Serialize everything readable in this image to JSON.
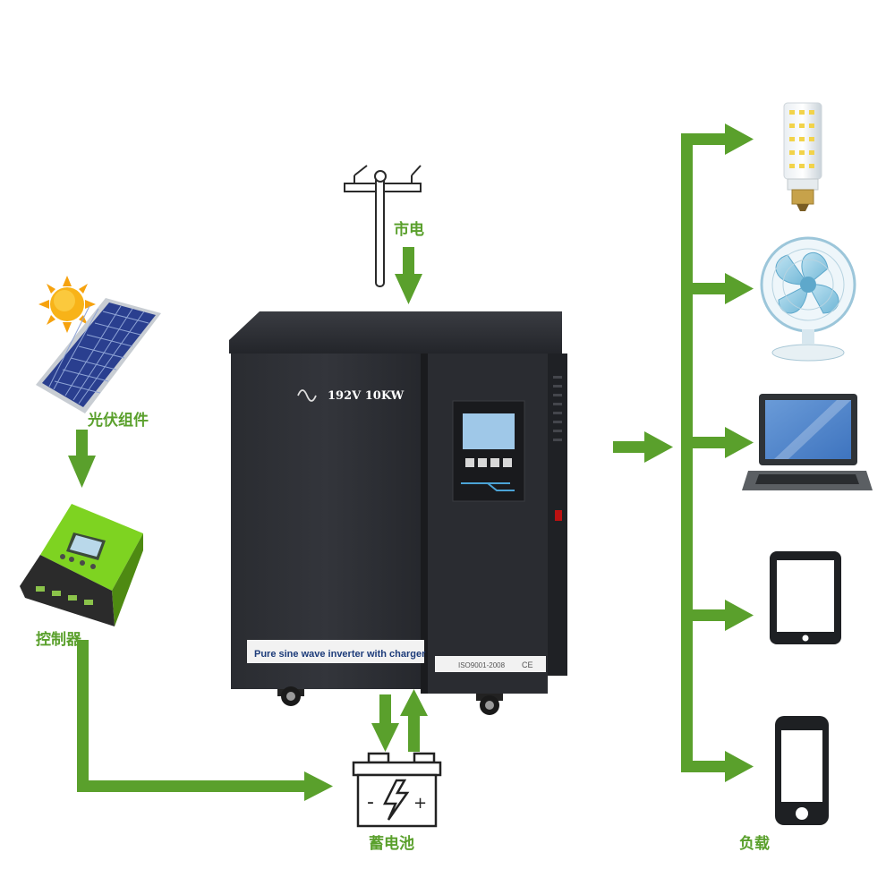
{
  "labels": {
    "grid": "市电",
    "pv_module": "光伏组件",
    "controller": "控制器",
    "battery": "蓄电池",
    "load": "负载"
  },
  "inverter": {
    "model": "192V 10KW",
    "banner": "Pure sine wave inverter with charger",
    "cert": "ISO9001-2008",
    "ce_mark": "CE"
  },
  "battery_symbols": {
    "minus": "-",
    "plus": "+"
  },
  "colors": {
    "arrow_green": "#5aa02c",
    "label_green": "#5aa02c",
    "inverter_body": "#2c2e33",
    "lcd_blue": "#9fc8e8",
    "controller_green": "#7ed321"
  },
  "icons": {
    "sun": "sun-icon",
    "solar_panel": "solar-panel-icon",
    "grid_pole": "utility-pole-icon",
    "controller": "charge-controller-icon",
    "battery": "battery-icon",
    "bulb": "led-bulb-icon",
    "fan": "fan-icon",
    "laptop": "laptop-icon",
    "tablet": "tablet-icon",
    "phone": "phone-icon"
  }
}
